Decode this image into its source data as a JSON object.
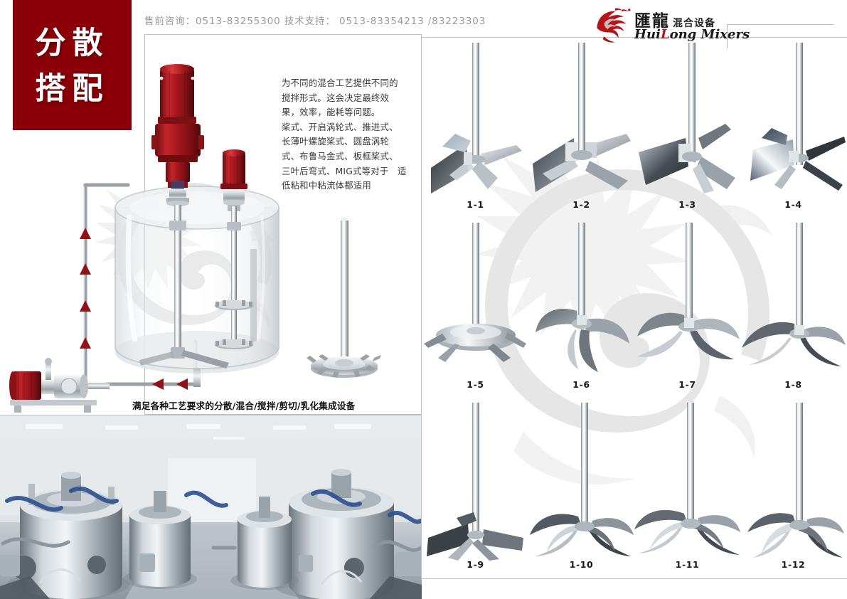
{
  "page": {
    "title": "分散搭配 — HuiLong Mixers",
    "background": "#ffffff",
    "accent_red": "#8b0008"
  },
  "banner": {
    "line1": "分散",
    "line2": "搭配",
    "background_color": "#8b0008",
    "text_color": "#ffffff"
  },
  "contact": {
    "text": "售前咨询：0513-83255300 技术支持： 0513-83354213 /83223303",
    "color": "#9a9a9a"
  },
  "logo": {
    "cn_main": "匯龍",
    "cn_sub": "混合设备",
    "en_pre": "Hui",
    "en_mid": "L",
    "en_post": "ong Mixers",
    "dragon_color": "#b5141b",
    "icon": "dragon-logo-icon"
  },
  "description": {
    "paragraph1": "为不同的混合工艺提供不同的搅拌形式。这会决定最终效果，效率，能耗等问题。",
    "paragraph2": "桨式、开启涡轮式、推进式、长薄叶螺旋桨式、圆盘涡轮式、布鲁马金式、板框桨式、三叶后弯式、MIG式等对于　适低粘和中粘流体都适用"
  },
  "tank_caption": {
    "text": "满足各种工艺要求的分散/混合/搅拌/剪切/乳化集成设备"
  },
  "illustration": {
    "name": "mixing-tank-with-inline-disperser-diagram",
    "motor_color": "#a01318",
    "flow_arrow_color": "#8e1216"
  },
  "photo": {
    "name": "factory-reactor-vessels-photo",
    "alt": "Stainless steel mixing vessels in a production hall"
  },
  "impellers": [
    {
      "label": "1-1",
      "type": "pitched-blade-turbine-4"
    },
    {
      "label": "1-2",
      "type": "pitched-blade-turbine-wide"
    },
    {
      "label": "1-3",
      "type": "pitched-blade-turbine-angled"
    },
    {
      "label": "1-4",
      "type": "pitched-blade-turbine-thin"
    },
    {
      "label": "1-5",
      "type": "disc-turbine-rushton"
    },
    {
      "label": "1-6",
      "type": "curved-blade-propeller"
    },
    {
      "label": "1-7",
      "type": "three-blade-swept-back"
    },
    {
      "label": "1-8",
      "type": "hydrofoil-three-blade"
    },
    {
      "label": "1-9",
      "type": "flat-blade-cross"
    },
    {
      "label": "1-10",
      "type": "multi-blade-radial"
    },
    {
      "label": "1-11",
      "type": "six-blade-swept"
    },
    {
      "label": "1-12",
      "type": "six-blade-axial"
    }
  ],
  "watermark": {
    "name": "dragon-spiral-watermark",
    "color": "#c9c9c9"
  }
}
